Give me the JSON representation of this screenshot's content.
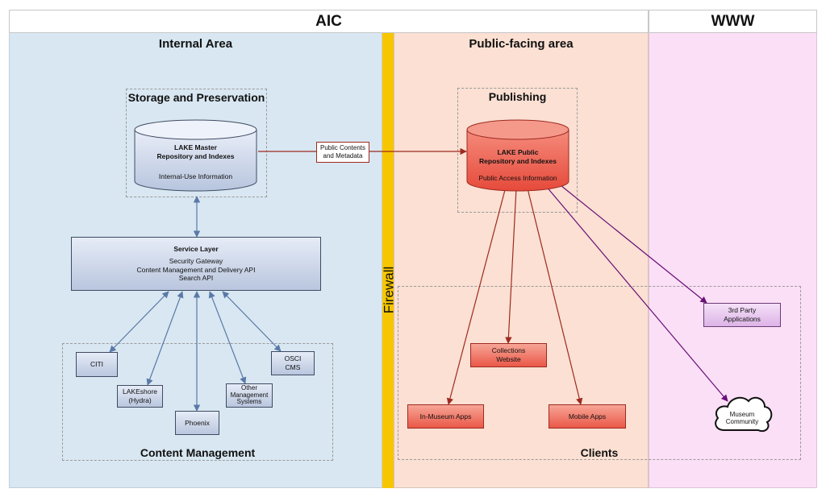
{
  "headers": {
    "aic": "AIC",
    "www": "WWW"
  },
  "zones": {
    "internal": "Internal Area",
    "public": "Public-facing area",
    "firewall": "Firewall"
  },
  "groups": {
    "storage": "Storage and Preservation",
    "publishing": "Publishing",
    "content_management": "Content Management",
    "clients": "Clients"
  },
  "nodes": {
    "lake_master": {
      "title": "LAKE Master\nRepository and Indexes",
      "subtitle": "Internal-Use Information"
    },
    "lake_public": {
      "title": "LAKE Public\nRepository and Indexes",
      "subtitle": "Public Access Information"
    },
    "service_layer": {
      "title": "Service Layer",
      "body": "Security Gateway\nContent Management and Delivery API\nSearch API"
    },
    "citi": "CITI",
    "lakeshore": "LAKEshore\n(Hydra)",
    "phoenix": "Phoenix",
    "other_mgmt": "Other\nManagement\nSystems",
    "osci": "OSCI\nCMS",
    "collections_website": "Collections\nWebsite",
    "in_museum_apps": "In-Museum Apps",
    "mobile_apps": "Mobile Apps",
    "third_party": "3rd Party\nApplications",
    "museum_community": "Museum\nCommunity"
  },
  "edge_labels": {
    "public_contents": "Public Contents\nand Metadata"
  },
  "colors": {
    "internal_bg": "#d8e7f1",
    "public_bg": "#fbe0d3",
    "www_bg": "#fbdff6",
    "firewall": "#f7c600",
    "blue_arrow": "#5a79a8",
    "red_arrow": "#9e2a20",
    "purple_arrow": "#6a0f78"
  }
}
